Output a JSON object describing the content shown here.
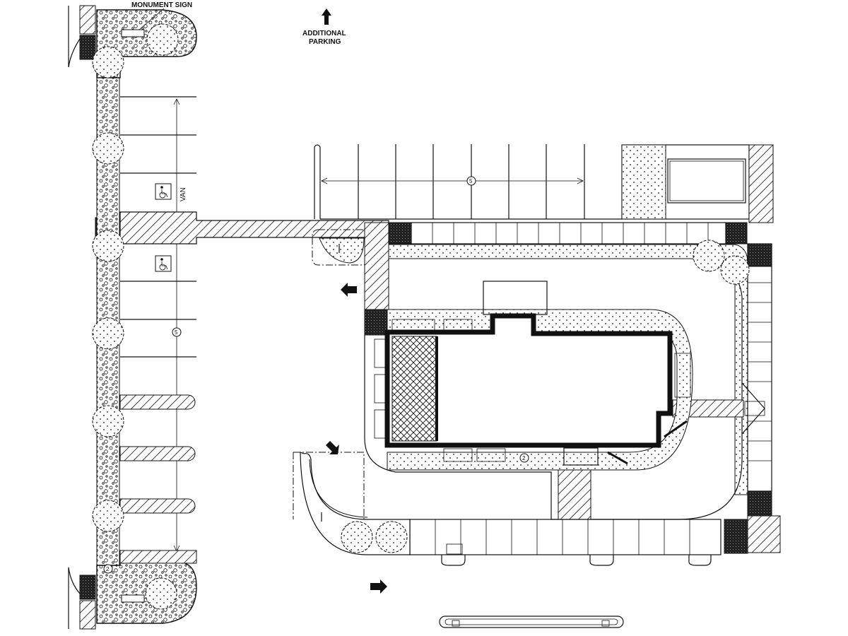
{
  "labels": {
    "monument_sign_top": "MONUMENT SIGN",
    "additional_parking_line1": "ADDITIONAL",
    "additional_parking_line2": "PARKING",
    "van": "VAN",
    "count_top_row": "5",
    "count_left_column": "5",
    "tag_drive_thru": "2",
    "tag_bottom_left": "2"
  },
  "symbols": {
    "accessible": "accessible-parking-symbol",
    "tree": "tree-icon",
    "arrow": "direction-arrow-icon"
  },
  "colors": {
    "line": "#111111",
    "background": "#ffffff"
  }
}
